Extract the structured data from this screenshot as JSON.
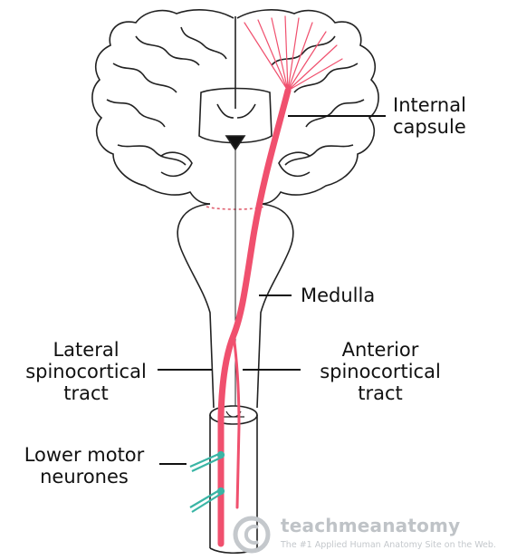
{
  "labels": {
    "internal_capsule": [
      "Internal",
      "capsule"
    ],
    "medulla": "Medulla",
    "lateral_tract": [
      "Lateral",
      "spinocortical",
      "tract"
    ],
    "anterior_tract": [
      "Anterior",
      "spinocortical",
      "tract"
    ],
    "lower_motor_neurones": [
      "Lower motor",
      "neurones"
    ]
  },
  "watermark": {
    "brand": "teachmeanatomy",
    "tagline": "The #1 Applied Human Anatomy Site on the Web."
  },
  "colors": {
    "tract": "#f0506e",
    "neurone": "#3ab5a5",
    "outline": "#222222"
  }
}
